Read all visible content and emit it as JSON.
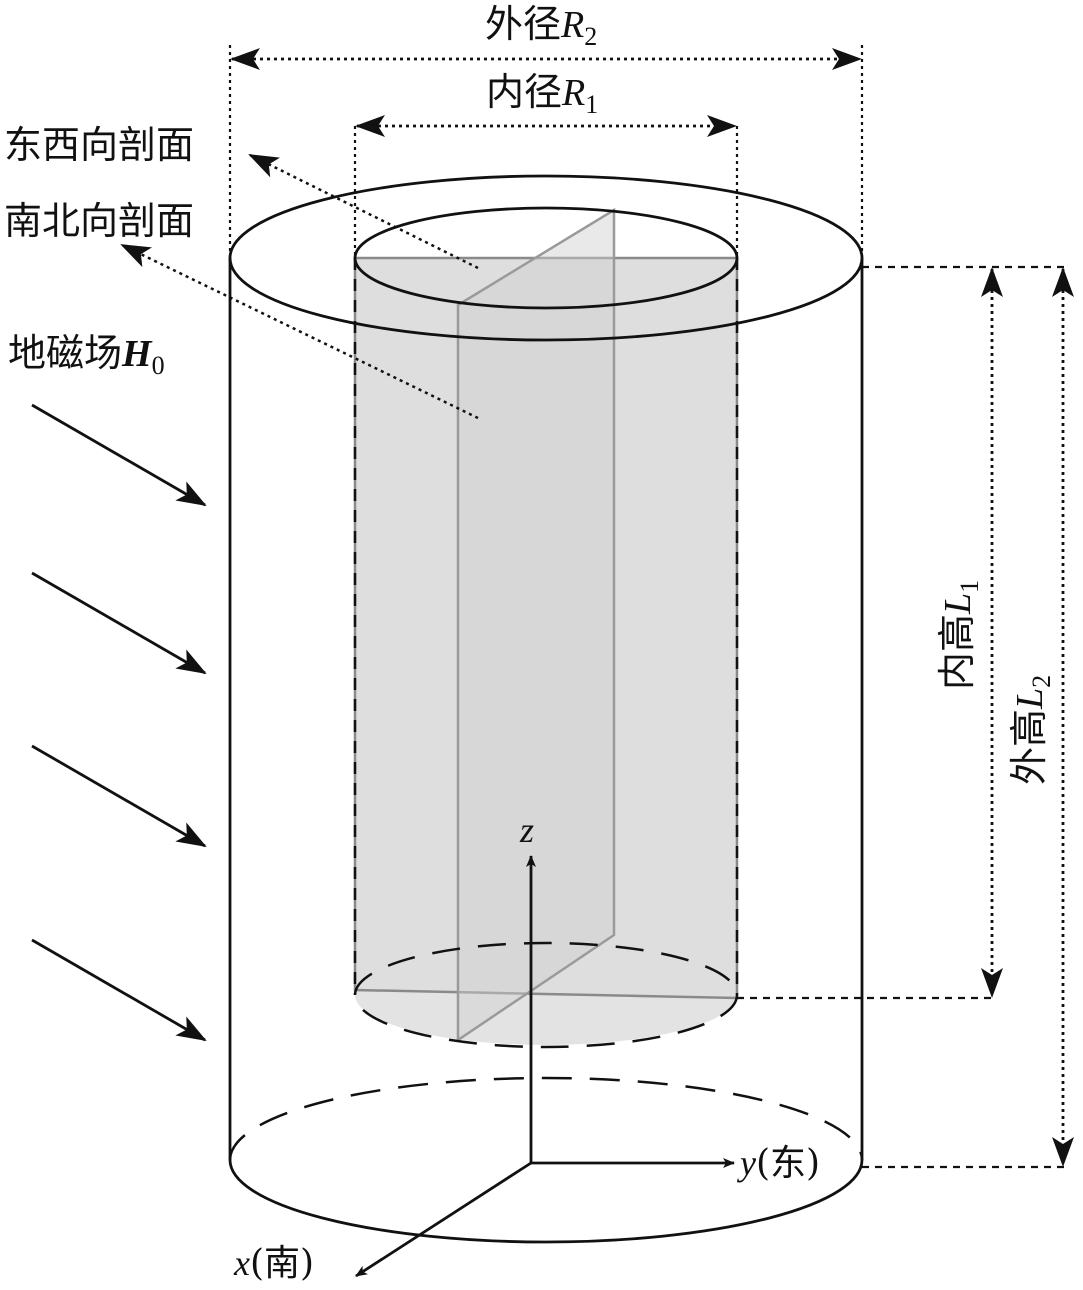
{
  "labels": {
    "outer_diameter": {
      "text": "外径",
      "var": "R",
      "sub": "2"
    },
    "inner_diameter": {
      "text": "内径",
      "var": "R",
      "sub": "1"
    },
    "ew_section": "东西向剖面",
    "ns_section": "南北向剖面",
    "field": {
      "text": "地磁场",
      "var": "H",
      "sub": "0"
    },
    "inner_height": {
      "text": "内高",
      "var": "L",
      "sub": "1"
    },
    "outer_height": {
      "text": "外高",
      "var": "L",
      "sub": "2"
    },
    "axis_z": "z",
    "axis_y": {
      "var": "y",
      "text": "(东)"
    },
    "axis_x": {
      "var": "x",
      "text": "(南)"
    }
  },
  "colors": {
    "stroke": "#111111",
    "section_fill": "#e6e6e6",
    "section_edge": "#8a8a8a"
  }
}
